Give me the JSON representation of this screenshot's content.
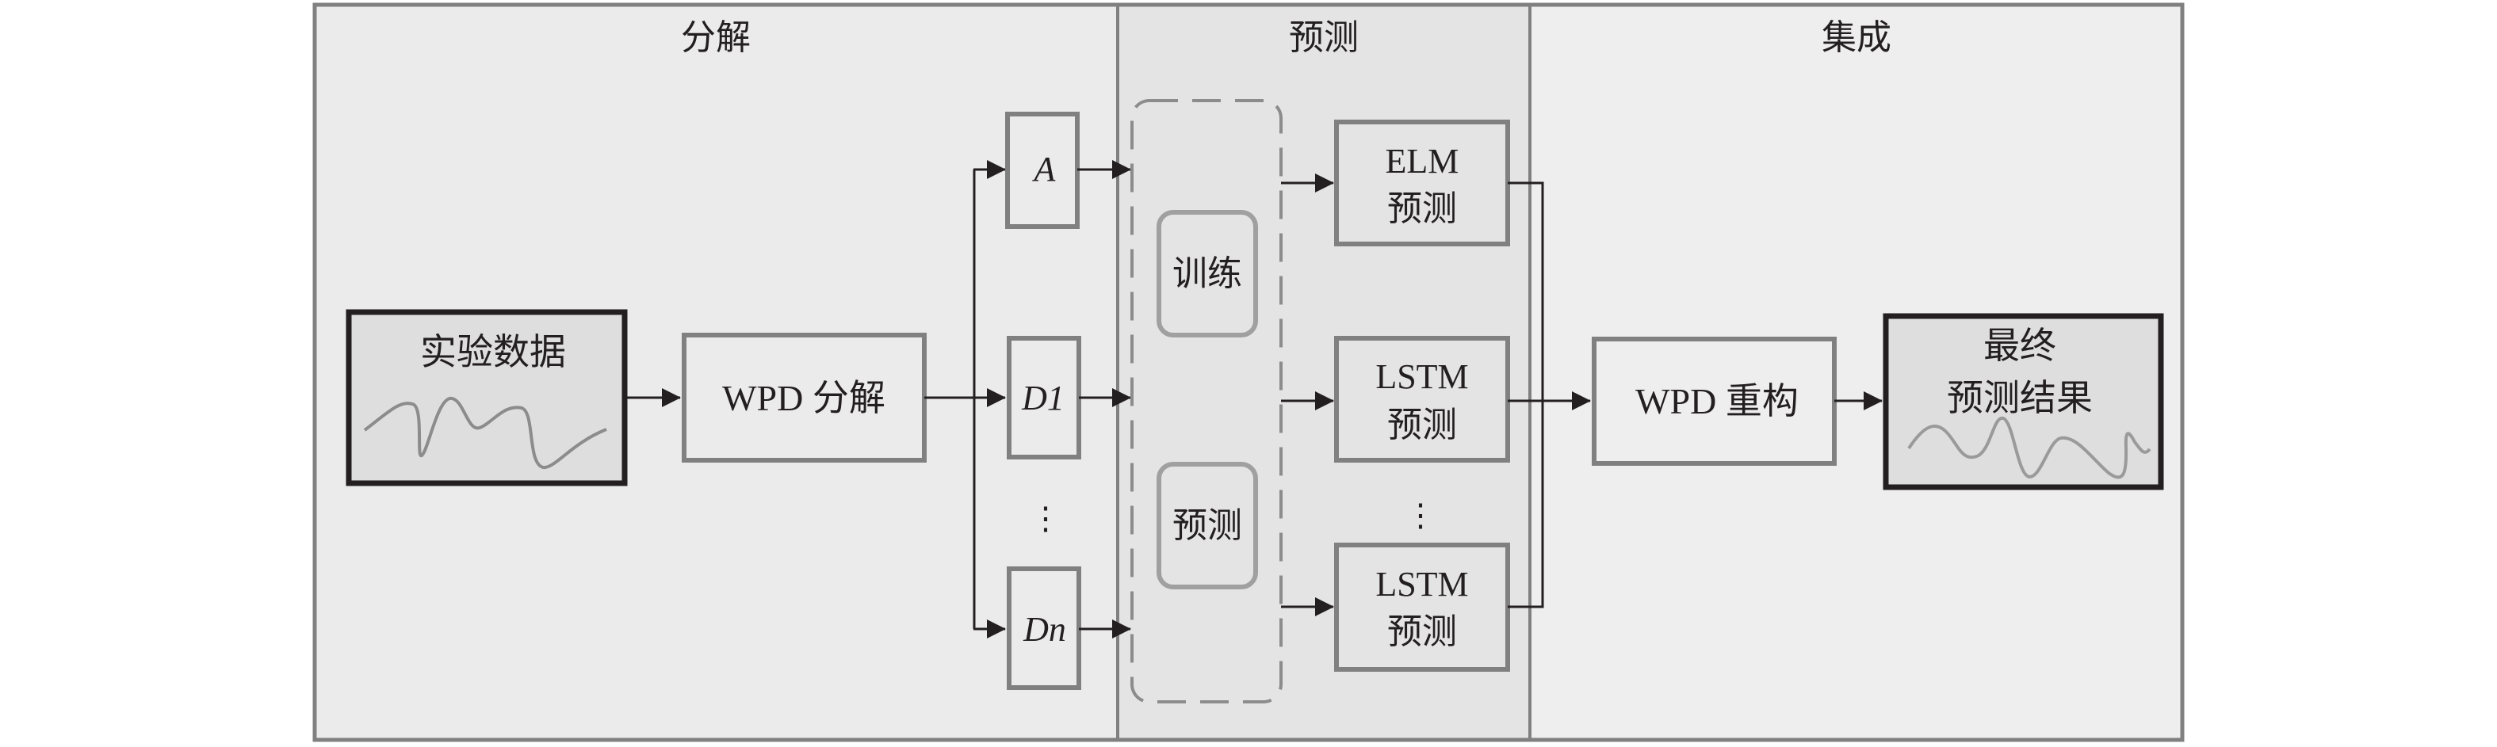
{
  "sections": {
    "decompose": {
      "title": "分解"
    },
    "predict": {
      "title": "预测"
    },
    "ensemble": {
      "title": "集成"
    }
  },
  "nodes": {
    "input": {
      "label": "实验数据"
    },
    "wpd_decompose": {
      "label": "WPD 分解"
    },
    "component_a": {
      "label": "A"
    },
    "component_d1": {
      "label": "D1"
    },
    "component_dn": {
      "label": "Dn"
    },
    "component_ellipsis": "⋮",
    "train": {
      "label": "训练"
    },
    "predict_step": {
      "label": "预测"
    },
    "elm": {
      "line1": "ELM",
      "line2": "预测"
    },
    "lstm1": {
      "line1": "LSTM",
      "line2": "预测"
    },
    "model_ellipsis": "⋮",
    "lstm2": {
      "line1": "LSTM",
      "line2": "预测"
    },
    "wpd_reconstruct": {
      "label": "WPD 重构"
    },
    "output": {
      "line1": "最终",
      "line2": "预测结果"
    }
  },
  "edges": [
    [
      "input",
      "wpd_decompose"
    ],
    [
      "wpd_decompose",
      "component_a"
    ],
    [
      "wpd_decompose",
      "component_d1"
    ],
    [
      "wpd_decompose",
      "component_dn"
    ],
    [
      "component_a",
      "train_predict_group"
    ],
    [
      "component_d1",
      "train_predict_group"
    ],
    [
      "component_dn",
      "train_predict_group"
    ],
    [
      "train_predict_group",
      "elm"
    ],
    [
      "train_predict_group",
      "lstm1"
    ],
    [
      "train_predict_group",
      "lstm2"
    ],
    [
      "elm",
      "wpd_reconstruct"
    ],
    [
      "lstm1",
      "wpd_reconstruct"
    ],
    [
      "lstm2",
      "wpd_reconstruct"
    ],
    [
      "wpd_reconstruct",
      "output"
    ]
  ],
  "colors": {
    "frame": "#808080",
    "panel_left": "#ebebeb",
    "panel_mid": "#e4e4e4",
    "panel_right": "#eeeeee",
    "box_border": "#808080",
    "rounded_border": "#a0a0a0",
    "io_border": "#231f20",
    "io_fill": "#dedede",
    "wave": "#8c8c8c",
    "wave_output": "#9a9a9a",
    "arrow": "#231f20"
  }
}
